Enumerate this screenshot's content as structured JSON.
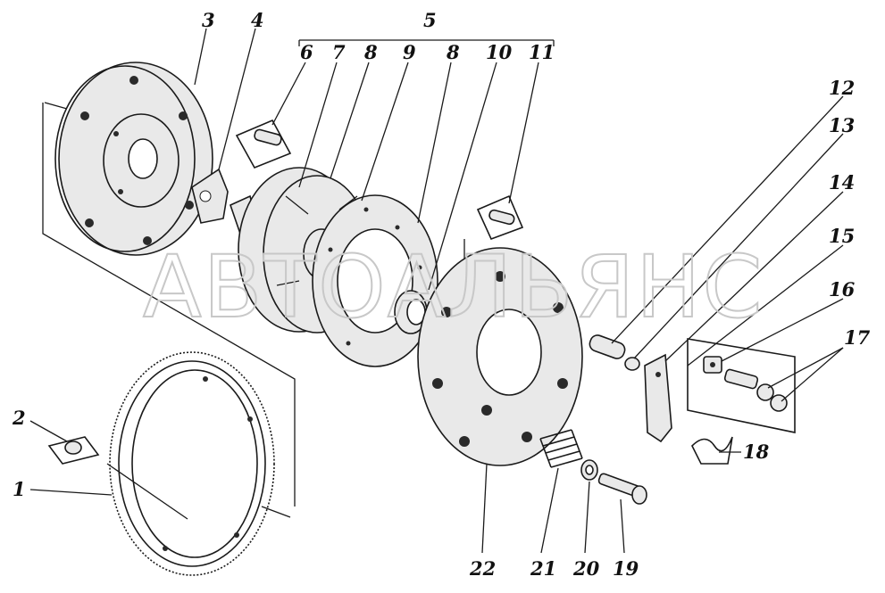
{
  "watermark": "АВТОАЛЬЯНС",
  "callouts": {
    "c1": "1",
    "c2": "2",
    "c3": "3",
    "c4": "4",
    "c5": "5",
    "c6": "6",
    "c7": "7",
    "c8a": "8",
    "c9": "9",
    "c8b": "8",
    "c10": "10",
    "c11": "11",
    "c12": "12",
    "c13": "13",
    "c14": "14",
    "c15": "15",
    "c16": "16",
    "c17": "17",
    "c18": "18",
    "c19": "19",
    "c20": "20",
    "c21": "21",
    "c22": "22"
  }
}
